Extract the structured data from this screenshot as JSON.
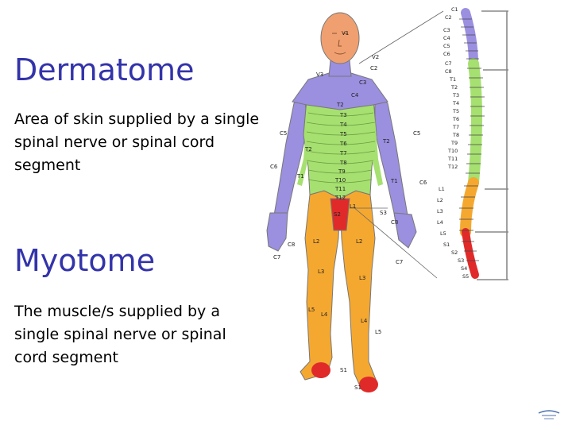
{
  "sections": {
    "dermatome": {
      "title": "Dermatome",
      "description": "Area of skin supplied by a single spinal nerve or spinal cord segment"
    },
    "myotome": {
      "title": "Myotome",
      "description": "The muscle/s supplied by a single spinal nerve or spinal cord segment"
    }
  },
  "figure": {
    "spine_labels": [
      "C1",
      "C2",
      "C3",
      "C4",
      "C5",
      "C6",
      "C7",
      "C8",
      "T1",
      "T2",
      "T3",
      "T4",
      "T5",
      "T6",
      "T7",
      "T8",
      "T9",
      "T10",
      "T11",
      "T12",
      "L1",
      "L2",
      "L3",
      "L4",
      "L5",
      "S1",
      "S2",
      "S3",
      "S4",
      "S5"
    ],
    "body_labels": {
      "v1": "V1",
      "v2": "V2",
      "v3": "V3",
      "c2": "C2",
      "c3": "C3",
      "c4": "C4",
      "c5_left": "C5",
      "c5_right": "C5",
      "c6_left": "C6",
      "c6_right": "C6",
      "c7_left": "C7",
      "c7_right": "C7",
      "c8_left": "C8",
      "c8_right": "C8",
      "t1_left": "T1",
      "t1_right": "T1",
      "t2_left": "T2",
      "t2_right": "T2",
      "t2_center": "T2",
      "t3": "T3",
      "t4": "T4",
      "t5": "T5",
      "t6": "T6",
      "t7": "T7",
      "t8": "T8",
      "t9": "T9",
      "t10": "T10",
      "t11": "T11",
      "t12": "T12",
      "l1": "L1",
      "s2": "S2",
      "s3": "S3",
      "l2_left": "L2",
      "l2_right": "L2",
      "l3_left": "L3",
      "l3_right": "L3",
      "l4_left": "L4",
      "l4_right": "L4",
      "l5_left": "L5",
      "l5_right": "L5",
      "s1_upper": "S1",
      "s1_lower": "S1"
    },
    "colors": {
      "head": "#f0a070",
      "cervical": "#9b8fe0",
      "thoracic": "#a6e070",
      "lumbar": "#f5a830",
      "sacral": "#e02a2a",
      "outline": "#555555",
      "accent_text": "#3333aa"
    }
  }
}
